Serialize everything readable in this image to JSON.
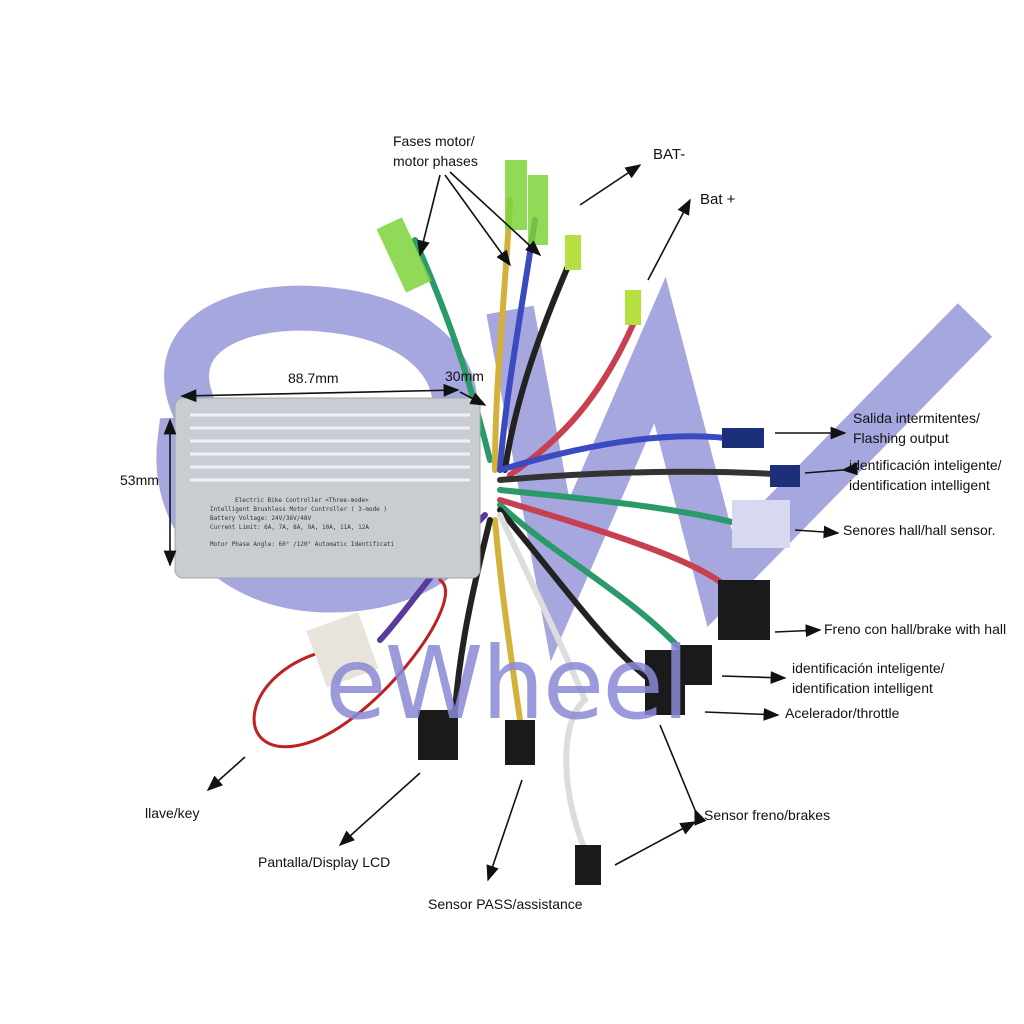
{
  "watermark": {
    "brand": "eWheel",
    "color": "#8a8ad6"
  },
  "controller": {
    "plate": [
      "Electric Bike Controller <Three-mode>",
      "Intelligent Brushless Motor Controller ( 3-mode )",
      "Battery Voltage: 24V/36V/48V",
      "Current Limit: 6A, 7A, 8A, 9A, 10A, 11A, 12A",
      "Motor Phase Angle: 60° /120° Automatic Identificati"
    ],
    "dimensions": {
      "length": "88.7mm",
      "width": "30mm",
      "height": "53mm"
    }
  },
  "labels": {
    "motor_phases": [
      "Fases motor/",
      "motor phases"
    ],
    "bat_neg": "BAT-",
    "bat_pos": "Bat +",
    "flashing": [
      "Salida intermitentes/",
      "Flashing output"
    ],
    "smart_id_1": [
      "identificación inteligente/",
      "identification intelligent"
    ],
    "hall": "Senores hall/hall sensor.",
    "brake_hall": "Freno con hall/brake with hall",
    "smart_id_2": [
      "identificación inteligente/",
      "identification intelligent"
    ],
    "throttle": "Acelerador/throttle",
    "brakes": "Sensor freno/brakes",
    "key": "llave/key",
    "display": "Pantalla/Display LCD",
    "pas": "Sensor PASS/assistance"
  }
}
